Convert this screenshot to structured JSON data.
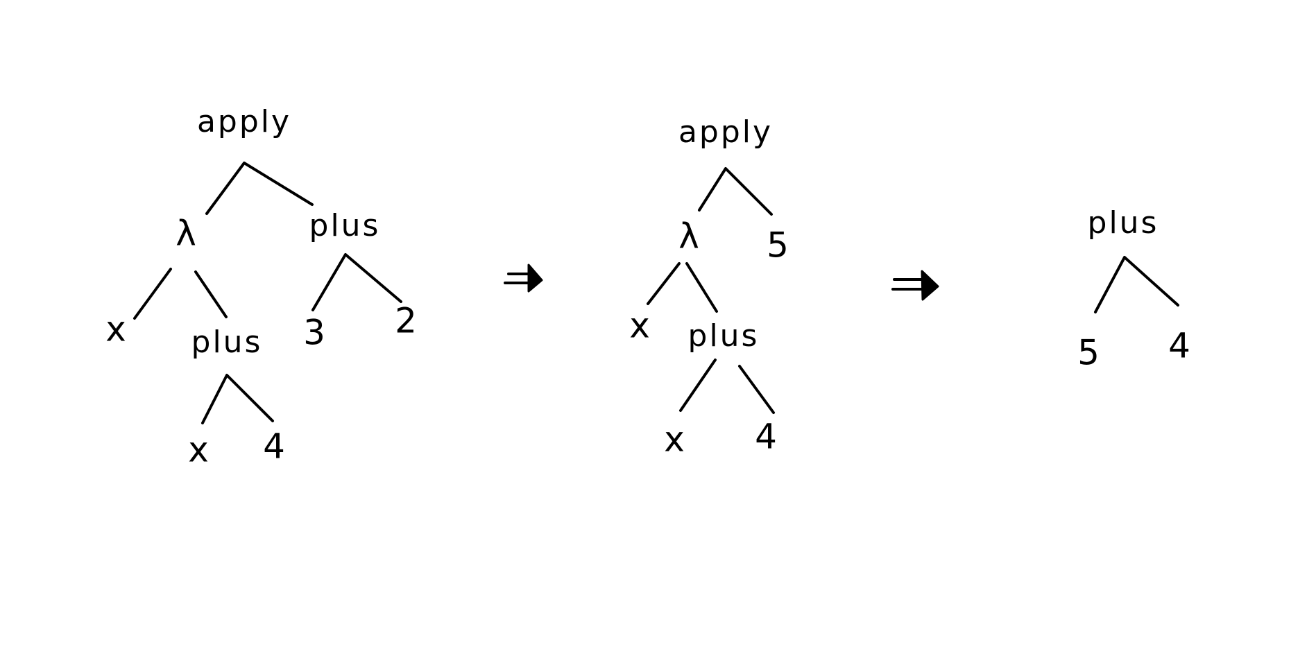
{
  "trees": [
    {
      "nodes": {
        "apply": "apply",
        "lambda": "λ",
        "plus_right": "plus",
        "x_param": "x",
        "plus_body": "plus",
        "three": "3",
        "two": "2",
        "x_body": "x",
        "four": "4"
      }
    },
    {
      "nodes": {
        "apply": "apply",
        "lambda": "λ",
        "five": "5",
        "x_param": "x",
        "plus_body": "plus",
        "x_body": "x",
        "four": "4"
      }
    },
    {
      "nodes": {
        "plus": "plus",
        "five": "5",
        "four": "4"
      }
    }
  ],
  "arrows": [
    {
      "symbol": "⇛"
    },
    {
      "symbol": "⇛"
    }
  ],
  "style": {
    "ink": "#000000",
    "background": "#ffffff"
  }
}
